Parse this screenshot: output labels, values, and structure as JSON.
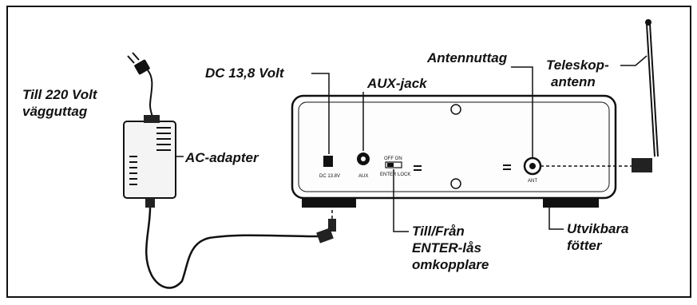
{
  "labels": {
    "power_plug": [
      "Till 220 Volt",
      "vägguttag"
    ],
    "ac_adapter": "AC-adapter",
    "dc_input": "DC 13,8 Volt",
    "aux_jack": "AUX-jack",
    "antenna_socket": "Antennuttag",
    "telescopic_antenna": [
      "Teleskop-",
      "antenn"
    ],
    "enter_lock_switch": [
      "Till/Från",
      "ENTER-lås",
      "omkopplare"
    ],
    "fold_out_feet": [
      "Utvikbara",
      "fötter"
    ]
  },
  "panel_markings": {
    "dc": "DC 13.8V",
    "aux": "AUX",
    "off_on": "OFF  ON",
    "enter_lock": "ENTER LOCK",
    "ant": "ANT"
  }
}
